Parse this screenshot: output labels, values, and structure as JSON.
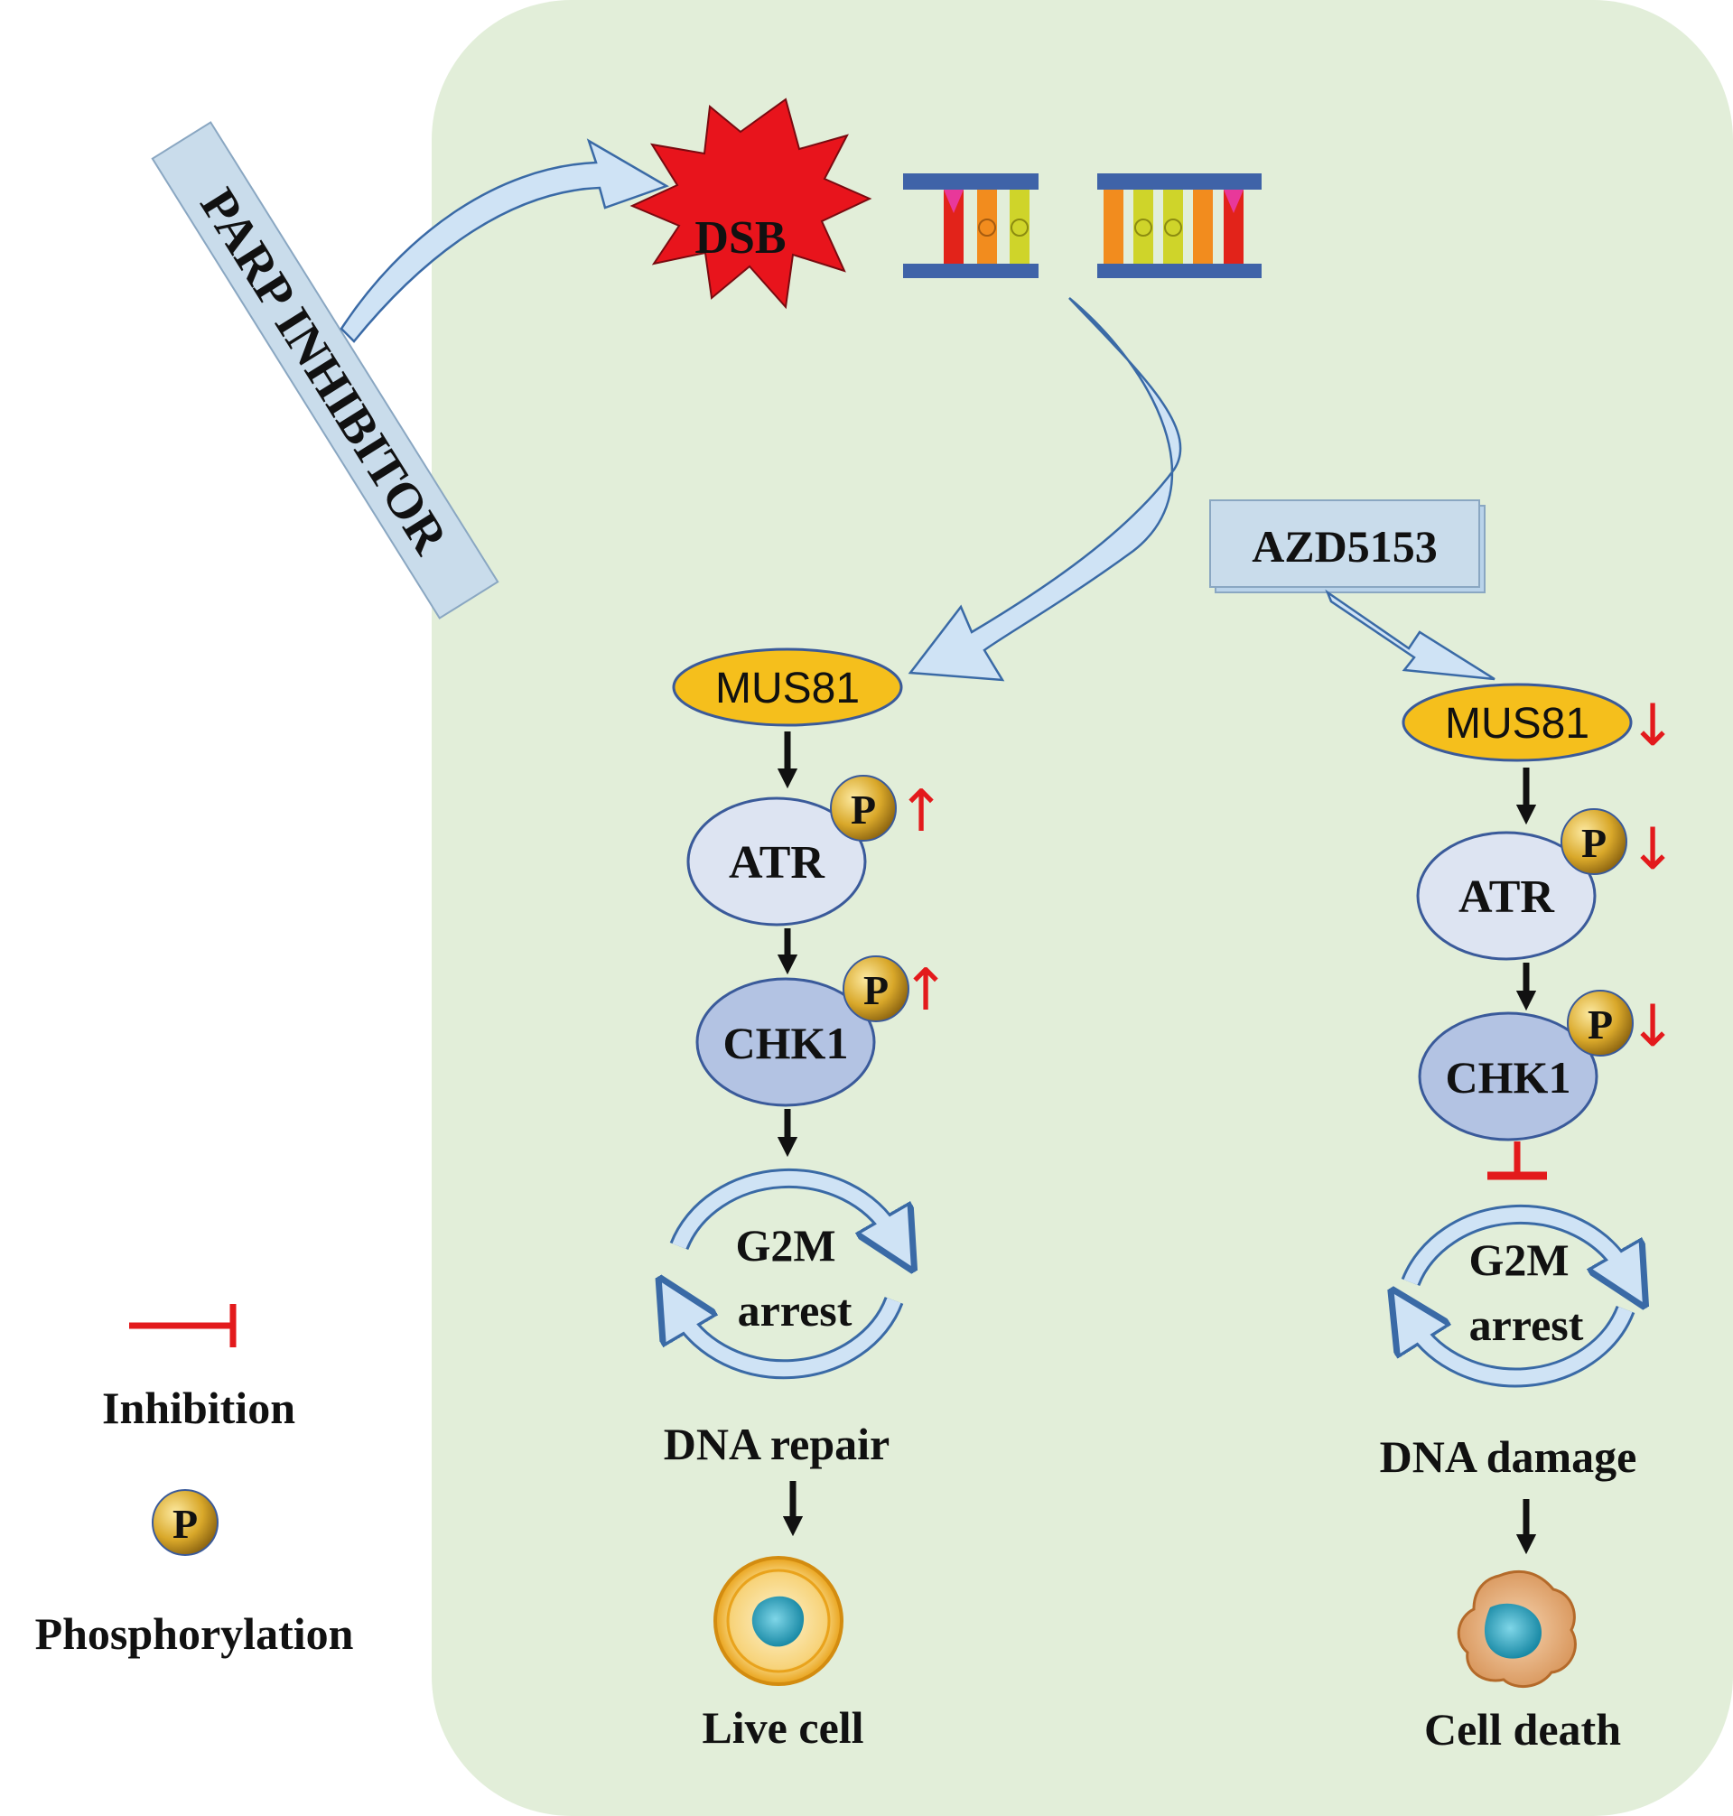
{
  "parp_inhibitor": "PARP INHIBITOR",
  "dsb": "DSB",
  "azd5153": "AZD5153",
  "left_path": {
    "mus81": "MUS81",
    "atr": "ATR",
    "chk1": "CHK1",
    "cycle_line1": "G2M",
    "cycle_line2": "arrest",
    "outcome": "DNA repair",
    "fate": "Live cell",
    "indicator": "↑"
  },
  "right_path": {
    "mus81": "MUS81",
    "atr": "ATR",
    "chk1": "CHK1",
    "cycle_line1": "G2M",
    "cycle_line2": "arrest",
    "outcome": "DNA damage",
    "fate": "Cell death",
    "indicator": "↓"
  },
  "phospho_label": "P",
  "legend": {
    "inhibition": "Inhibition",
    "phosphorylation": "Phosphorylation",
    "phospho_symbol": "P"
  },
  "colors": {
    "cell_background": "#e2eed9",
    "arrow_fill": "#cfe3f5",
    "mus81_fill": "#f5bf1c",
    "atr_fill": "#dde4f2",
    "chk1_fill": "#b3c3e3",
    "inhibition_red": "#e31a1c",
    "dsb_red": "#e8141c"
  }
}
